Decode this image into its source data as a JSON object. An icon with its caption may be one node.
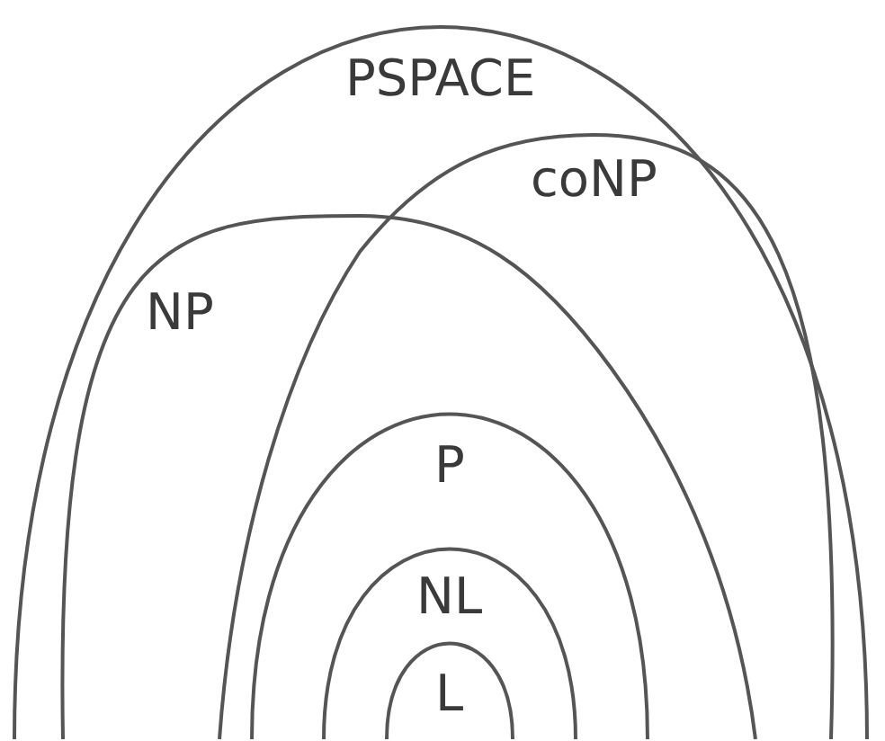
{
  "diagram": {
    "nodes": [
      {
        "text": [
          "PSPACE"
        ]
      },
      {
        "text": [
          "NP"
        ],
        "in": 0
      },
      {
        "text": [
          "coNP"
        ],
        "in": 0
      },
      {
        "text": [
          "P"
        ]
      },
      {
        "text": [
          "NL"
        ],
        "in": 3
      },
      {
        "text": [
          "L"
        ],
        "in": 4
      }
    ]
  }
}
